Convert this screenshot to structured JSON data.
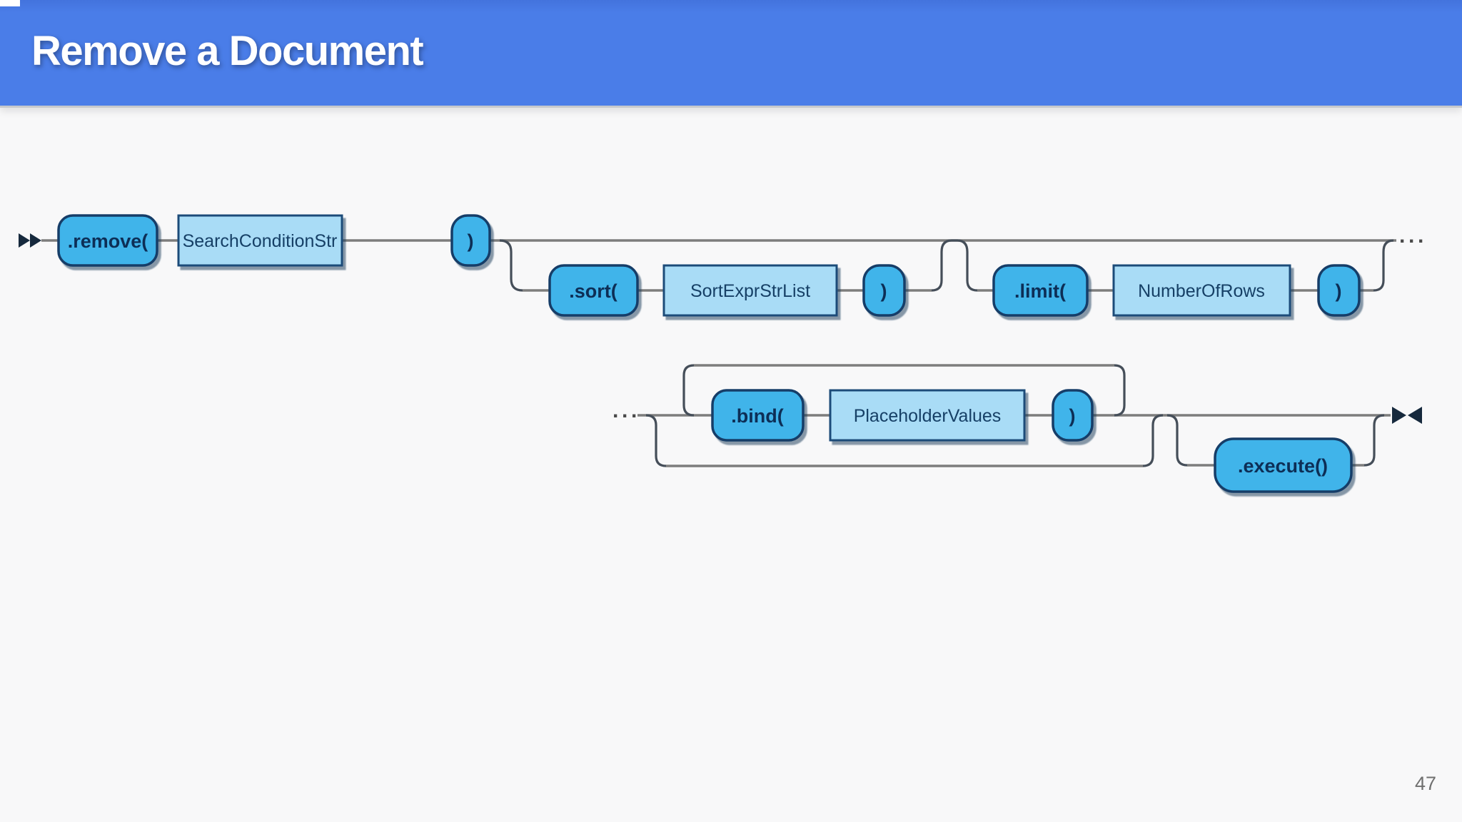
{
  "header": {
    "title": "Remove a Document",
    "bg_color": "#4a7de8",
    "text_color": "#ffffff"
  },
  "footer": {
    "page_number": "47"
  },
  "diagram": {
    "kind": "railroad-syntax-diagram",
    "colors": {
      "terminal_fill": "#3fb4ea",
      "nonterminal_fill": "#a9dcf6",
      "box_border": "#143e68",
      "line": "#7d7d7d",
      "corner": "#454e59",
      "label": "#0d2f56",
      "endpoint": "#16293d"
    },
    "row1": {
      "remove_label": ".remove(",
      "search_condition_label": "SearchConditionStr",
      "close_paren_1": ")",
      "sort_label": ".sort(",
      "sort_expr_label": "SortExprStrList",
      "close_paren_2": ")",
      "limit_label": ".limit(",
      "number_of_rows_label": "NumberOfRows",
      "close_paren_3": ")",
      "continuation_dots": "···"
    },
    "row2": {
      "continuation_dots": "···",
      "bind_label": ".bind(",
      "placeholder_values_label": "PlaceholderValues",
      "close_paren": ")",
      "execute_label": ".execute()"
    }
  }
}
